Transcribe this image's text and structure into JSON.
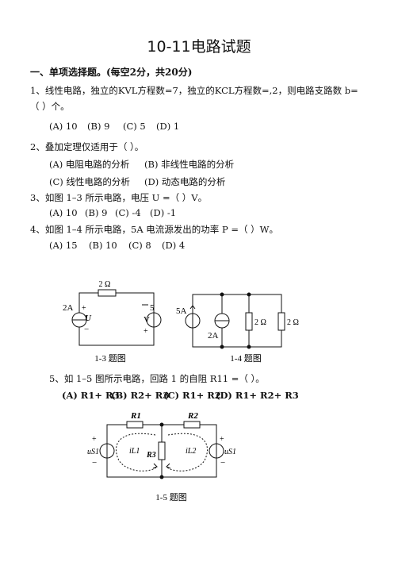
{
  "doc": {
    "title": "10-11电路试题",
    "section_heading": "一、单项选择题。(每空2分，共20分)",
    "questions": [
      {
        "id": "q1",
        "line1": "1、线性电路，独立的KVL方程数=7，独立的KCL方程数=,2，则电路支路数 b=",
        "line2": "（        ）个。",
        "options": [
          "(A) 10",
          "(B) 9",
          "(C) 5",
          "(D) 1"
        ]
      },
      {
        "id": "q2",
        "line1": "2、叠加定理仅适用于（        ）。",
        "options_row1": [
          "(A)  电阻电路的分析",
          "(B)  非线性电路的分析"
        ],
        "options_row2": [
          "(C)  线性电路的分析",
          "(D)  动态电路的分析"
        ]
      },
      {
        "id": "q3",
        "line1": "3、如图 1–3 所示电路，电压 U =（        ）V。",
        "options": [
          "(A) 10",
          "(B) 9",
          "(C) -4",
          "(D) -1"
        ]
      },
      {
        "id": "q4",
        "line1": "4、如图 1–4 所示电路，5A 电流源发出的功率 P =（          ）W。",
        "options": [
          "(A) 15",
          "(B) 10",
          "(C) 8",
          "(D) 4"
        ]
      },
      {
        "id": "q5",
        "line1": "5、如 1–5 图所示电路，回路 1 的自阻 R11 =（          ）。",
        "options": [
          "(A) R1+ R3",
          "(B) R2+ R3",
          "(C) R1+ R2",
          "(D) R1+ R2+ R3"
        ]
      }
    ],
    "fig13": {
      "caption": "1-3 题图",
      "resistor_label": "2 Ω",
      "current_source_label": "2A",
      "plus_sign": "+",
      "minus_sign": "−",
      "voltage_label": "U",
      "voltage_source_value": "5",
      "voltage_source_unit": "V"
    },
    "fig14": {
      "caption": "1-4 题图",
      "source1_label": "5A",
      "source2_label": "2A",
      "resistor1_label": "2 Ω",
      "resistor2_label": "2 Ω"
    },
    "fig15": {
      "caption": "1-5 题图",
      "r1_label": "R1",
      "r2_label": "R2",
      "r3_label": "R3",
      "src_left_label": "uS1",
      "src_right_label": "uS1",
      "loop1_label": "iL1",
      "loop2_label": "iL2",
      "plus_sign": "+",
      "minus_sign": "−"
    }
  }
}
